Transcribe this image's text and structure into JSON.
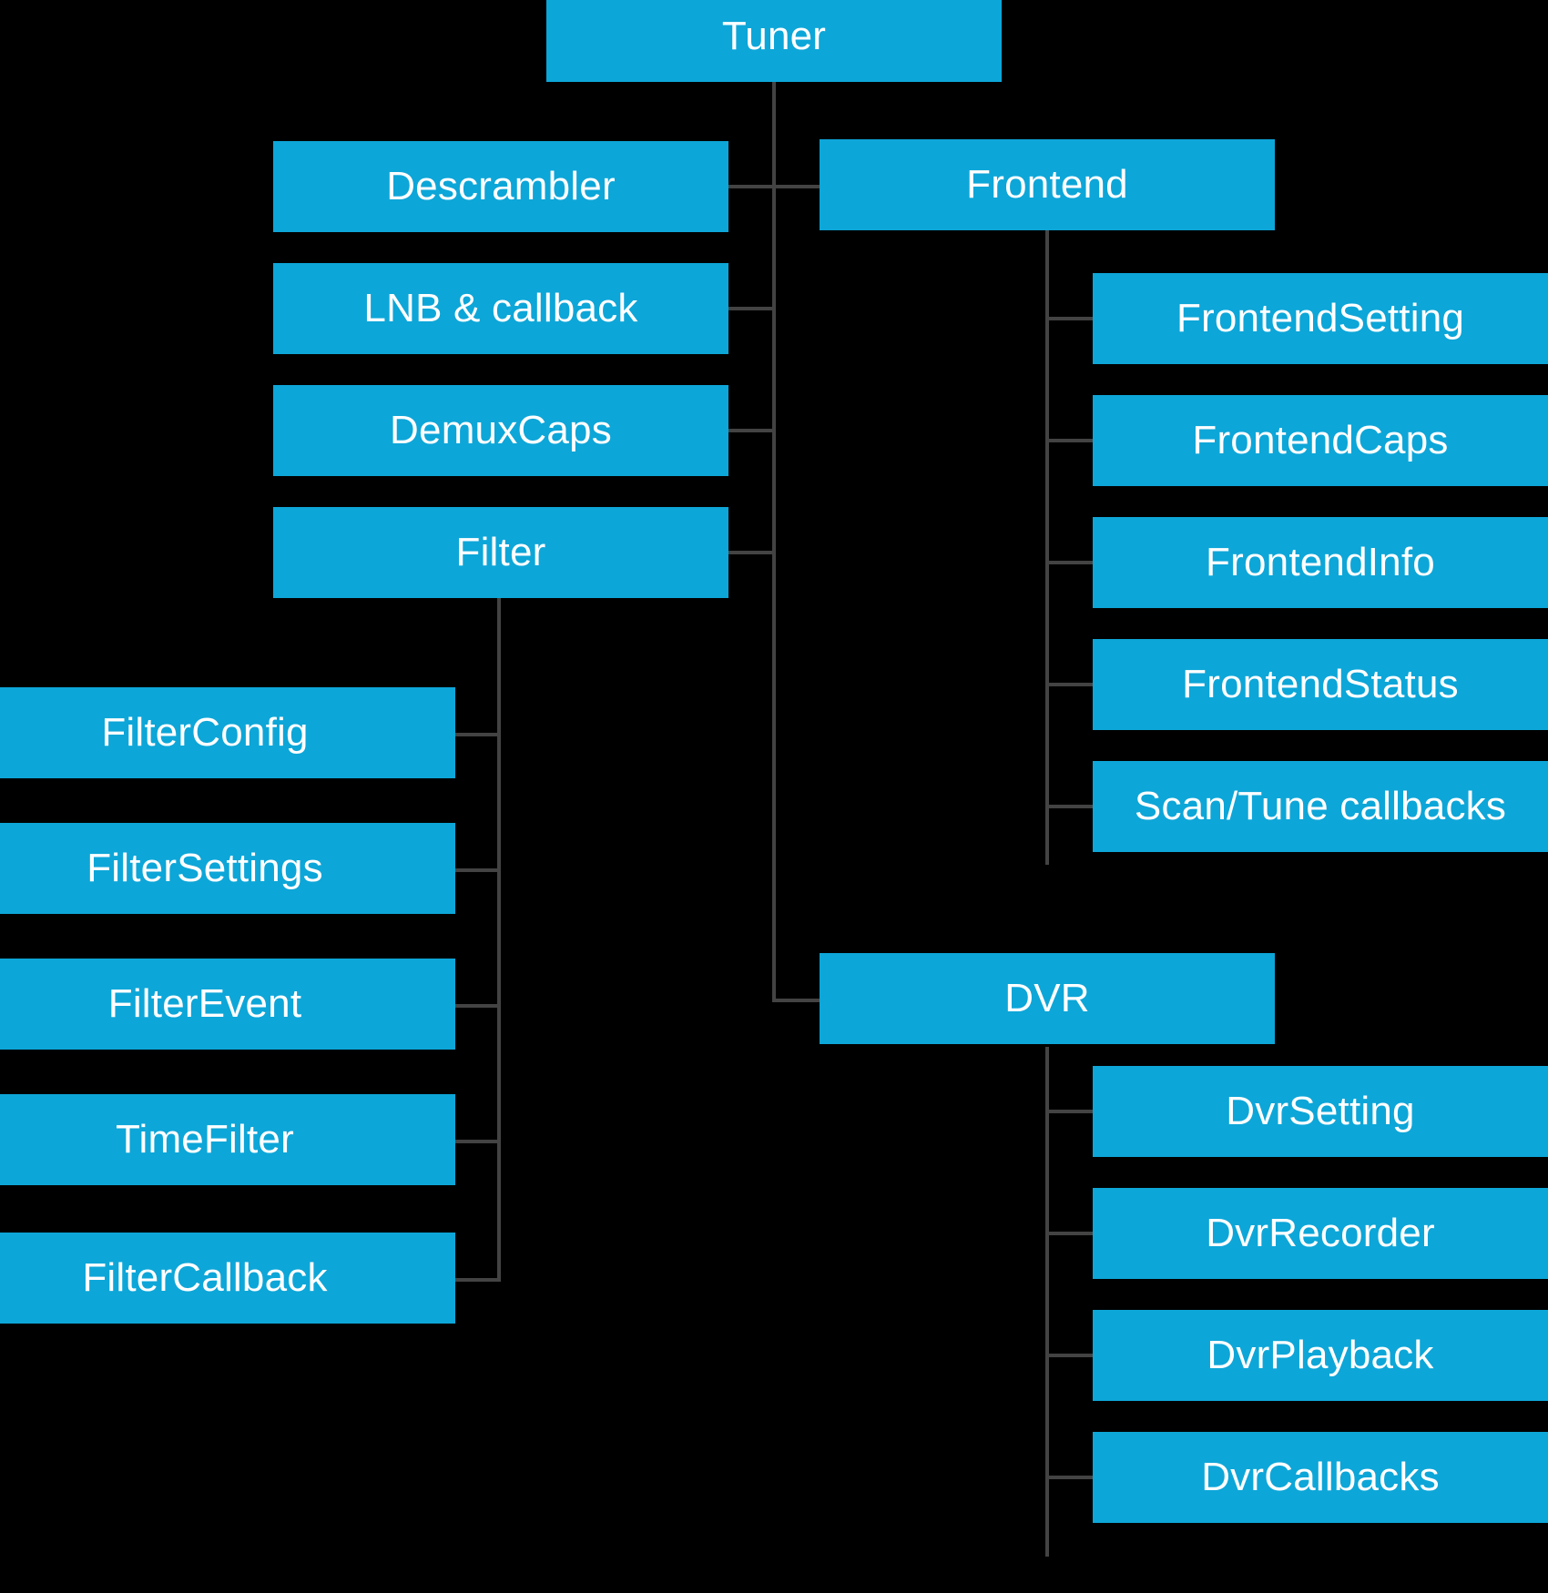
{
  "diagram": {
    "title_node": "Tuner",
    "theme": {
      "background": "#000000",
      "node_fill": "#0DA6D8",
      "node_text": "#FFFFFF",
      "edge_color": "#434343"
    },
    "nodes": {
      "tuner": "Tuner",
      "descrambler": "Descrambler",
      "lnb_callback": "LNB & callback",
      "demuxcaps": "DemuxCaps",
      "filter": "Filter",
      "frontend": "Frontend",
      "frontend_setting": "FrontendSetting",
      "frontend_caps": "FrontendCaps",
      "frontend_info": "FrontendInfo",
      "frontend_status": "FrontendStatus",
      "scan_tune_callbacks": "Scan/Tune callbacks",
      "dvr": "DVR",
      "dvr_setting": "DvrSetting",
      "dvr_recorder": "DvrRecorder",
      "dvr_playback": "DvrPlayback",
      "dvr_callbacks": "DvrCallbacks",
      "filter_config": "FilterConfig",
      "filter_settings": "FilterSettings",
      "filter_event": "FilterEvent",
      "time_filter": "TimeFilter",
      "filter_callback": "FilterCallback"
    },
    "hierarchy": {
      "root": "Tuner",
      "children_of_tuner": [
        "Descrambler",
        "LNB & callback",
        "DemuxCaps",
        "Filter",
        "Frontend",
        "DVR"
      ],
      "children_of_frontend": [
        "FrontendSetting",
        "FrontendCaps",
        "FrontendInfo",
        "FrontendStatus",
        "Scan/Tune callbacks"
      ],
      "children_of_dvr": [
        "DvrSetting",
        "DvrRecorder",
        "DvrPlayback",
        "DvrCallbacks"
      ],
      "children_of_filter": [
        "FilterConfig",
        "FilterSettings",
        "FilterEvent",
        "TimeFilter",
        "FilterCallback"
      ]
    }
  }
}
